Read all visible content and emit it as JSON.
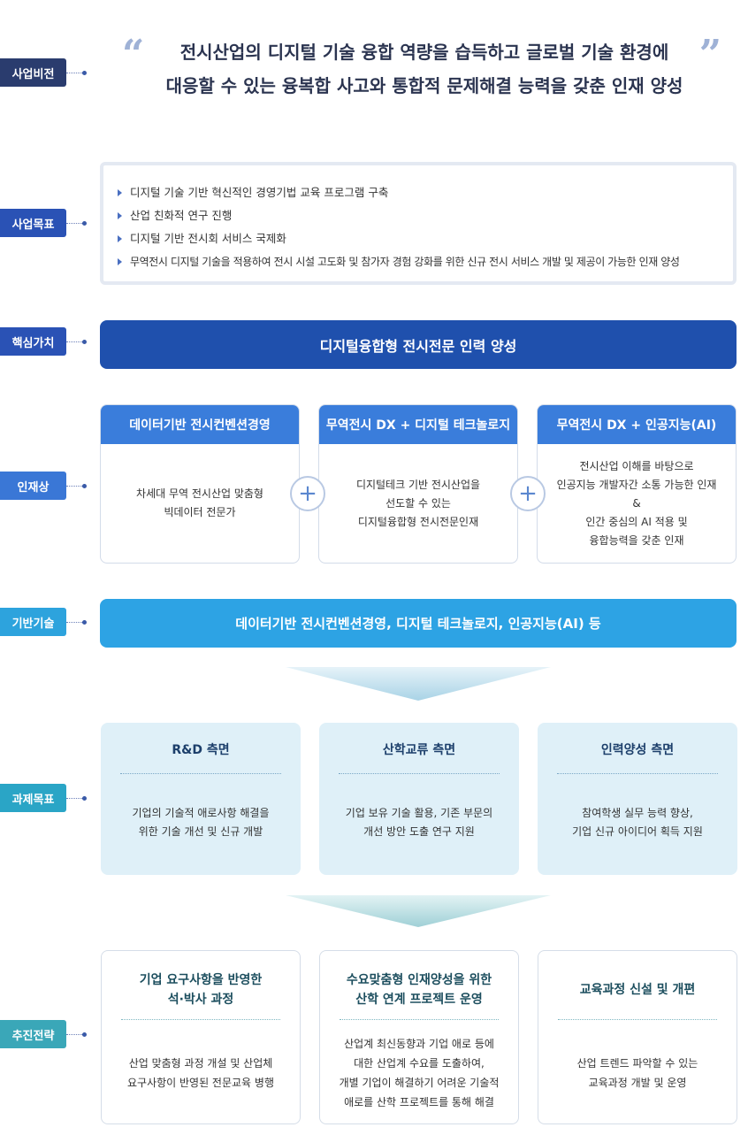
{
  "labels": {
    "vision": "사업비전",
    "goals": "사업목표",
    "core": "핵심가치",
    "talent": "인재상",
    "base": "기반기술",
    "tasks": "과제목표",
    "strategy": "추진전략"
  },
  "vision": {
    "line1": "전시산업의 디지털 기술 융합 역량을 습득하고 글로벌 기술 환경에",
    "line2": "대응할 수 있는 융복합 사고와 통합적 문제해결 능력을 갖춘 인재 양성"
  },
  "goals": [
    "디지털 기술 기반 혁신적인 경영기법 교육 프로그램 구축",
    "산업 친화적 연구 진행",
    "디지털 기반 전시회 서비스 국제화",
    "무역전시 디지털 기술을 적용하여 전시 시설 고도화 및 참가자 경험 강화를 위한 신규 전시 서비스 개발 및 제공이 가능한 인재 양성"
  ],
  "core_value": "디지털융합형 전시전문 인력 양성",
  "talent": [
    {
      "title": "데이터기반 전시컨벤션경영",
      "lines": [
        "차세대 무역 전시산업 맞춤형",
        "빅데이터 전문가"
      ]
    },
    {
      "title": "무역전시 DX + 디지털 테크놀로지",
      "lines": [
        "디지털테크 기반 전시산업을",
        "선도할 수 있는",
        "디지털융합형 전시전문인재"
      ]
    },
    {
      "title": "무역전시 DX + 인공지능(AI)",
      "lines": [
        "전시산업 이해를 바탕으로",
        "인공지능 개발자간 소통 가능한 인재",
        "&",
        "인간 중심의 AI 적용 및",
        "융합능력을 갖춘 인재"
      ]
    }
  ],
  "plus_symbol": "+",
  "base_tech": "데이터기반 전시컨벤션경영, 디지털 테크놀로지, 인공지능(AI) 등",
  "tasks": [
    {
      "title": "R&D 측면",
      "lines": [
        "기업의 기술적 애로사항 해결을",
        "위한 기술 개선 및 신규 개발"
      ]
    },
    {
      "title": "산학교류 측면",
      "lines": [
        "기업 보유 기술 활용, 기존 부문의",
        "개선 방안 도출 연구 지원"
      ]
    },
    {
      "title": "인력양성 측면",
      "lines": [
        "참여학생 실무 능력 향상,",
        "기업 신규 아이디어 획득 지원"
      ]
    }
  ],
  "strategy": [
    {
      "title": [
        "기업 요구사항을 반영한",
        "석·박사 과정"
      ],
      "lines": [
        "산업 맞춤형 과정 개설 및 산업체",
        "요구사항이 반영된 전문교육 병행"
      ]
    },
    {
      "title": [
        "수요맞춤형 인재양성을 위한",
        "산학 연계 프로젝트 운영"
      ],
      "lines": [
        "산업계 최신동향과 기업 애로 등에",
        "대한 산업계 수요를 도출하여,",
        "개별 기업이 해결하기 어려운 기술적",
        "애로를 산학 프로젝트를 통해 해결"
      ]
    },
    {
      "title": [
        "교육과정 신설 및 개편"
      ],
      "lines": [
        "산업 트렌드 파악할 수 있는",
        "교육과정 개발 및 운영"
      ]
    }
  ],
  "colors": {
    "label_dark": "#2a3c6e",
    "core_bg": "#1f50ad",
    "talent_header": "#3a7ddb",
    "base_bg": "#2da3e4",
    "task_bg": "#dff0f8"
  }
}
